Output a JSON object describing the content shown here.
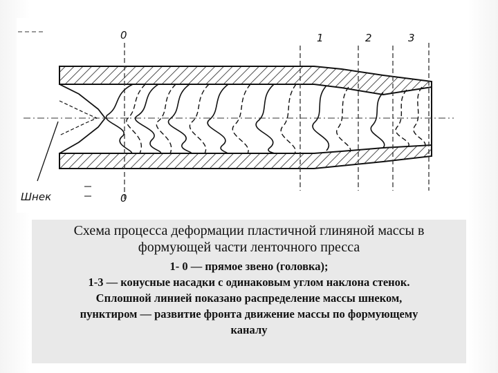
{
  "figure": {
    "section_labels": [
      "0",
      "1",
      "2",
      "3"
    ],
    "bottom_section_label": "0",
    "screw_label": "Шнек"
  },
  "caption": {
    "title": "Схема  процесса деформации пластичной глиняной массы в формующей части ленточного пресса",
    "lines": [
      "1- 0 — прямое звено (головка);",
      "1-3 — конусные насадки с одинаковым углом наклона стенок.",
      "Сплошной линией показано распределение массы шнеком,",
      "пунктиром — развитие фронта движение массы по формующему",
      "каналу"
    ]
  }
}
